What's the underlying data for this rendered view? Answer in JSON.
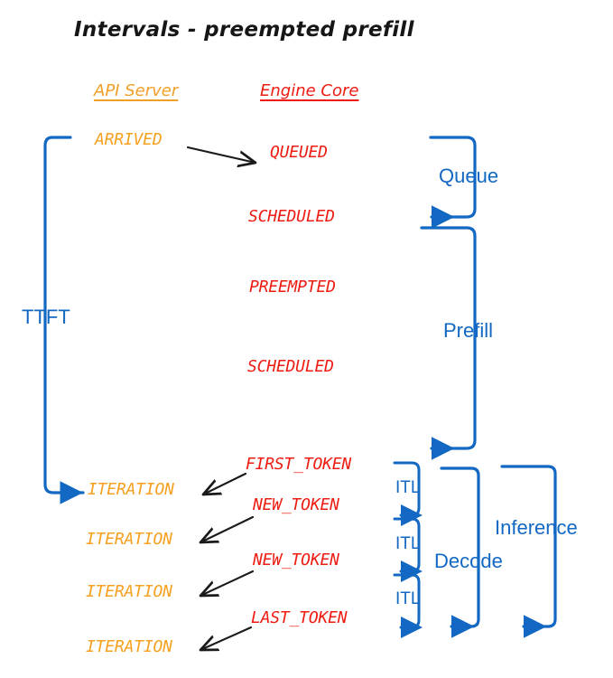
{
  "title": "Intervals - preempted prefill",
  "colors": {
    "api_server": "#f0a028",
    "engine_core": "#ee1c12",
    "interval_blue": "#1268c3",
    "arrow_black": "#1a1a1a",
    "background": "#ffffff"
  },
  "columns": {
    "api_server": "API Server",
    "engine_core": "Engine Core"
  },
  "api_server_events": [
    {
      "label": "ARRIVED"
    },
    {
      "label": "ITERATION"
    },
    {
      "label": "ITERATION"
    },
    {
      "label": "ITERATION"
    },
    {
      "label": "ITERATION"
    }
  ],
  "engine_core_events": [
    {
      "label": "QUEUED"
    },
    {
      "label": "SCHEDULED"
    },
    {
      "label": "PREEMPTED"
    },
    {
      "label": "SCHEDULED"
    },
    {
      "label": "FIRST_TOKEN"
    },
    {
      "label": "NEW_TOKEN"
    },
    {
      "label": "NEW_TOKEN"
    },
    {
      "label": "LAST_TOKEN"
    }
  ],
  "intervals": {
    "ttft": "TTFT",
    "queue": "Queue",
    "prefill": "Prefill",
    "decode": "Decode",
    "inference": "Inference",
    "itl": [
      "ITL",
      "ITL",
      "ITL"
    ]
  }
}
